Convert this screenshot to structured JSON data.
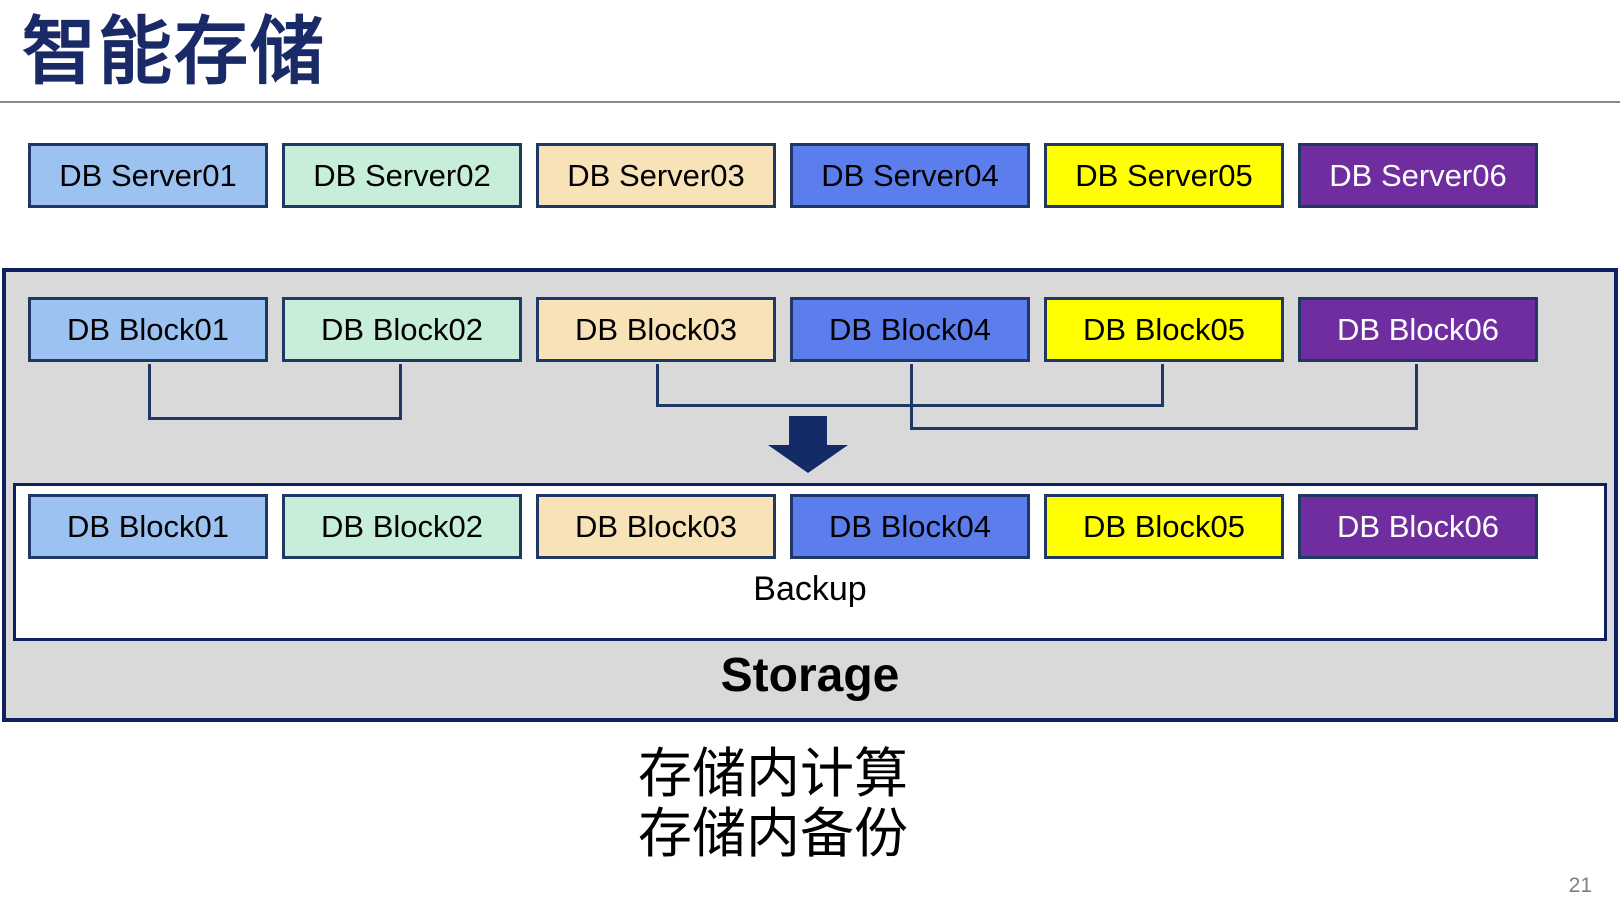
{
  "title": "智能存储",
  "page_number": "21",
  "annotations": {
    "line1": "存储内计算",
    "line2": "存储内备份"
  },
  "server_row": {
    "items": [
      {
        "label": "DB Server01"
      },
      {
        "label": "DB Server02"
      },
      {
        "label": "DB Server03"
      },
      {
        "label": "DB Server04"
      },
      {
        "label": "DB Server05"
      },
      {
        "label": "DB Server06"
      }
    ]
  },
  "storage": {
    "label": "Storage",
    "block_row_top": {
      "items": [
        {
          "label": "DB Block01"
        },
        {
          "label": "DB Block02"
        },
        {
          "label": "DB Block03"
        },
        {
          "label": "DB Block04"
        },
        {
          "label": "DB Block05"
        },
        {
          "label": "DB Block06"
        }
      ]
    },
    "backup_box": {
      "label": "Backup",
      "block_row": {
        "items": [
          {
            "label": "DB Block01"
          },
          {
            "label": "DB Block02"
          },
          {
            "label": "DB Block03"
          },
          {
            "label": "DB Block04"
          },
          {
            "label": "DB Block05"
          },
          {
            "label": "DB Block06"
          }
        ]
      }
    },
    "connections": [
      {
        "from": "DB Block01",
        "to": "DB Block02"
      },
      {
        "from": "DB Block03",
        "to": "DB Block05"
      },
      {
        "from": "DB Block04",
        "to": "DB Block06"
      }
    ]
  },
  "colors": {
    "column_fills": [
      "#9CC2F2",
      "#C6EED9",
      "#F8E3B8",
      "#5C7EED",
      "#FFFF00",
      "#6F2DA0"
    ],
    "column_text": [
      "#000000",
      "#000000",
      "#000000",
      "#000000",
      "#000000",
      "#FFFFFF"
    ],
    "box_border": "#1F3864",
    "container_fill": "#D9D9D9",
    "container_border": "#0E2060",
    "title_color": "#1A2A66",
    "arrow_color": "#122B66",
    "page_number_color": "#808080"
  }
}
